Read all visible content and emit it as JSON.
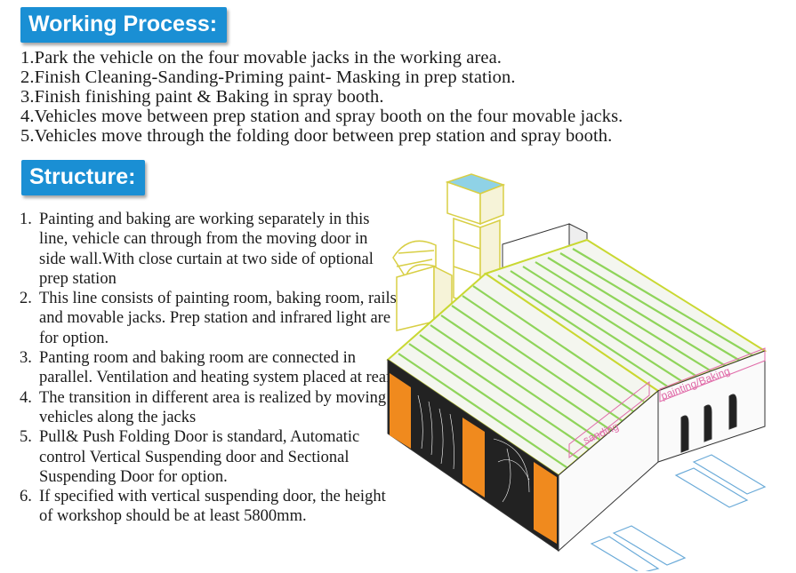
{
  "working_process": {
    "heading": "Working Process:",
    "steps": [
      "1.Park the vehicle on the four movable jacks in the working area.",
      "2.Finish Cleaning-Sanding-Priming paint- Masking in prep station.",
      "3.Finish finishing paint & Baking in spray booth.",
      "4.Vehicles move between prep station and spray booth on the four movable jacks.",
      "5.Vehicles move through the folding door between prep station and spray booth."
    ]
  },
  "structure": {
    "heading": "Structure:",
    "items": [
      {
        "num": "1.",
        "text": "Painting and baking are working separately in this line, vehicle can through from the moving door in side wall.With close curtain at two side of optional prep station"
      },
      {
        "num": "2.",
        "text": "This line consists of painting room, baking room, rails and movable jacks. Prep station and infrared light are for option."
      },
      {
        "num": "3.",
        "text": "Panting room and baking room are connected in parallel. Ventilation and heating system placed at rear."
      },
      {
        "num": "4.",
        "text": "The transition in different area is realized by moving vehicles along the jacks"
      },
      {
        "num": "5.",
        "text": "Pull& Push Folding Door is standard, Automatic control Vertical Suspending door and Sectional Suspending Door for option."
      },
      {
        "num": "6.",
        "text": "If specified with vertical suspending door, the height of workshop should be at least 5800mm."
      }
    ]
  },
  "illustration": {
    "label_sanding": "sanding",
    "label_painting": "painting/Baking"
  },
  "colors": {
    "badge": "#1a8fd4",
    "roof_stripe": "#8fd45a",
    "roof_edge": "#c9d832",
    "curtain": "#f08a1e",
    "label_pink": "#e06aa8",
    "jack": "#6aaad8",
    "duct_cap": "#8fd2e6"
  }
}
